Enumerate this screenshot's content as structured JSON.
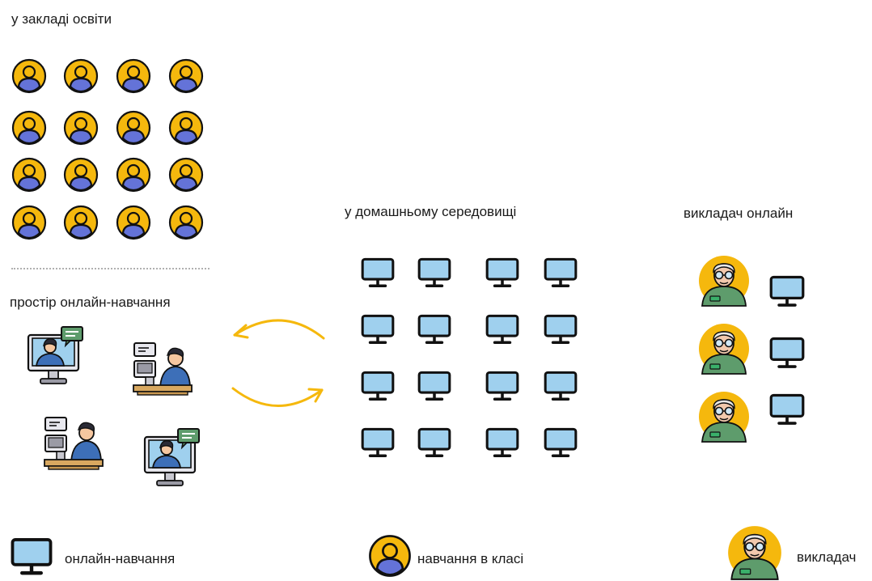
{
  "sections": {
    "classroom_title": "у закладі освіти",
    "online_space_title": "простір онлайн-навчання",
    "home_title": "у домашньому середовищі",
    "teacher_title": "викладач онлайн"
  },
  "legend": {
    "monitor_label": "онлайн-навчання",
    "student_label": "навчання в класі",
    "teacher_label": "викладач"
  },
  "icons": {
    "student": "student-avatar-icon",
    "monitor": "monitor-icon",
    "teacher": "teacher-avatar-icon",
    "video_call": "video-call-student-icon",
    "desk_learner": "desk-learner-icon",
    "arrow": "curved-arrow-icon"
  },
  "colors": {
    "accent_yellow": "#f5b80d",
    "person_blue": "#6473d8",
    "monitor_blue": "#9fd0ee",
    "teacher_green": "#5e9c6c",
    "outline": "#111111"
  }
}
